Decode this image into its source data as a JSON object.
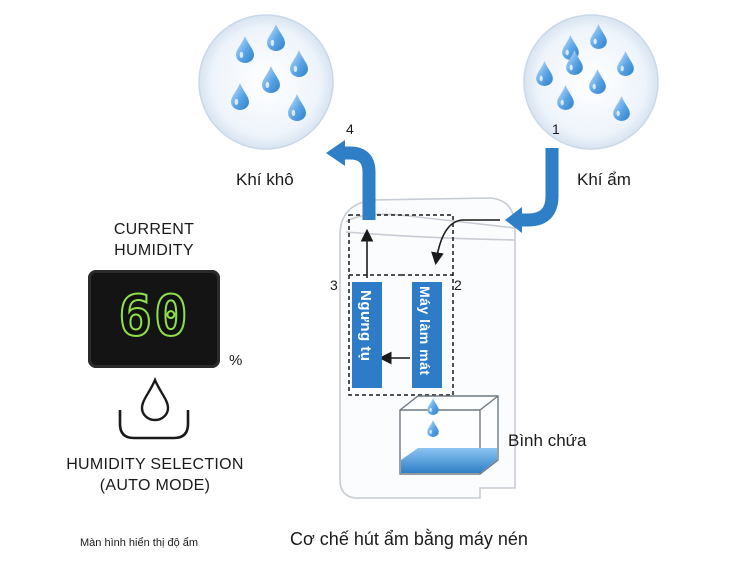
{
  "labels": {
    "dry_air": "Khí khô",
    "humid_air": "Khí ẩm",
    "condenser": "Ngưng tụ",
    "cooler": "Máy làm mát",
    "tank": "Bình chứa",
    "step1": "1",
    "step2": "2",
    "step3": "3",
    "step4": "4"
  },
  "panel": {
    "current_title_1": "CURRENT",
    "current_title_2": "HUMIDITY",
    "humidity_value": "60",
    "unit": "%",
    "selection_1": "HUMIDITY SELECTION",
    "selection_2": "(AUTO MODE)",
    "caption": "Màn hình hiển thị độ ẩm"
  },
  "main_caption": "Cơ chế hút ẩm bằng máy nén",
  "colors": {
    "arrow_blue": "#2f7fc6",
    "drop_blue": "#4d9fe0",
    "display_green": "#8ee04a",
    "bar_blue": "#2e7cc8",
    "water_blue": "#5aa6e6"
  }
}
